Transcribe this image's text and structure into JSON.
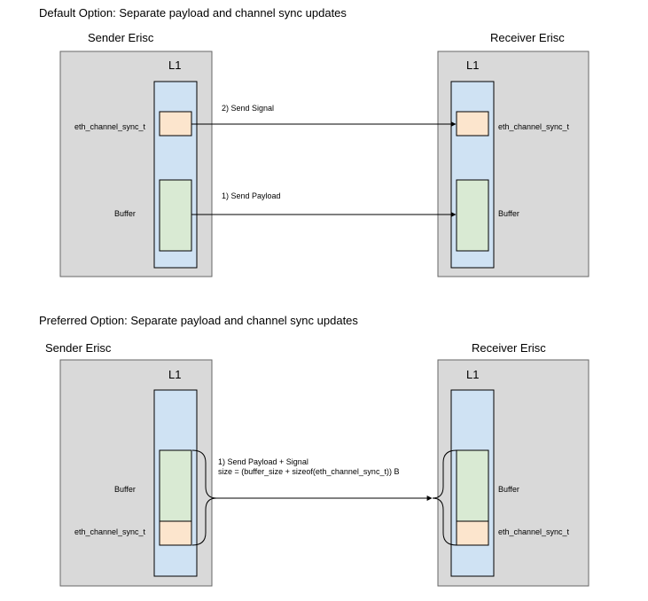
{
  "colors": {
    "erisc_fill": "#d9d9d9",
    "erisc_stroke": "#666666",
    "l1_fill": "#cfe2f3",
    "sync_fill": "#fce5cd",
    "buffer_fill": "#d9ead3",
    "line": "#000000"
  },
  "default_option": {
    "title": "Default Option: Separate  payload and channel sync updates",
    "sender_label": "Sender Erisc",
    "receiver_label": "Receiver Erisc",
    "sender_l1": "L1",
    "receiver_l1": "L1",
    "sender_sync_label": "eth_channel_sync_t",
    "sender_buffer_label": "Buffer",
    "receiver_sync_label": "eth_channel_sync_t",
    "receiver_buffer_label": "Buffer",
    "signal_arrow_label": "2) Send Signal",
    "payload_arrow_label": "1) Send Payload"
  },
  "preferred_option": {
    "title": "Preferred Option: Separate  payload and channel sync updates",
    "sender_label": "Sender Erisc",
    "receiver_label": "Receiver Erisc",
    "sender_l1": "L1",
    "receiver_l1": "L1",
    "sender_buffer_label": "Buffer",
    "sender_sync_label": "eth_channel_sync_t",
    "receiver_buffer_label": "Buffer",
    "receiver_sync_label": "eth_channel_sync_t",
    "arrow_label_line1": "1) Send Payload + Signal",
    "arrow_label_line2": "size = (buffer_size + sizeof(eth_channel_sync_t)) B"
  }
}
